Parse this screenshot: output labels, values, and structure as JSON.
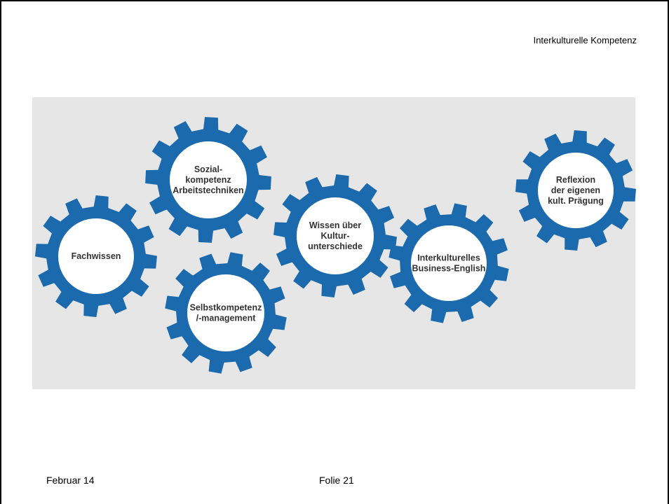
{
  "header": {
    "title": "Interkulturelle Kompetenz"
  },
  "diagram": {
    "colors": {
      "panel_background": "#e6e6e6",
      "gear": "#1b6aad",
      "gear_hub": "#ffffff",
      "label_text": "#333333"
    },
    "icon": "gear-icon",
    "gears": [
      {
        "id": "fachwissen",
        "lines": [
          "Fachwissen"
        ]
      },
      {
        "id": "sozialkompetenz",
        "lines": [
          "Sozial-",
          "kompetenz",
          "Arbeitstechniken"
        ]
      },
      {
        "id": "selbstkompetenz",
        "lines": [
          "Selbstkompetenz",
          "/-management"
        ]
      },
      {
        "id": "wissen-kulturunterschiede",
        "lines": [
          "Wissen über",
          "Kultur-",
          "unterschiede"
        ]
      },
      {
        "id": "business-english",
        "lines": [
          "Interkulturelles",
          "Business-English"
        ]
      },
      {
        "id": "reflexion",
        "lines": [
          "Reflexion",
          "der eigenen",
          "kult. Prägung"
        ]
      }
    ]
  },
  "footer": {
    "date": "Februar 14",
    "slide_number": "Folie 21"
  }
}
